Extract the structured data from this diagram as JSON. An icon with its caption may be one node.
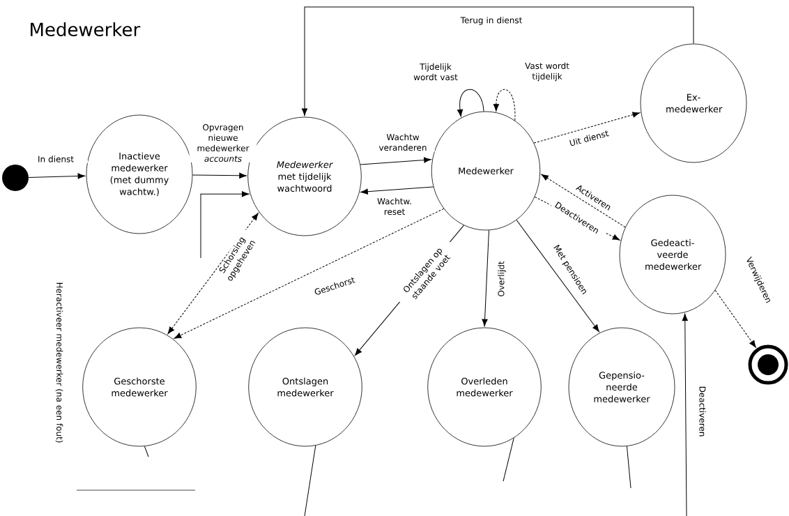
{
  "diagram": {
    "title": "Medewerker",
    "nodes": [
      {
        "text": [],
        "shape": "dot"
      },
      {
        "text": [
          "Inactieve medewerker (met dummy wachtw.)"
        ]
      },
      {
        "text": [
          "*Medewerker* met tijdelijk wachtwoord"
        ]
      },
      {
        "text": [
          "Medewerker"
        ]
      },
      {
        "text": [
          "Ex-medewerker"
        ]
      },
      {
        "text": [
          "Gedeacti-veerde medewerker"
        ]
      },
      {
        "text": [],
        "shape": "bullseye"
      },
      {
        "text": [
          "Geschorste medewerker"
        ]
      },
      {
        "text": [
          "Ontslagen medewerker"
        ]
      },
      {
        "text": [
          "Overleden medewerker"
        ]
      },
      {
        "text": [
          "Gepensio-neerde medewerker"
        ]
      }
    ],
    "edges": [
      {
        "from": 0,
        "to": 1,
        "arrow": "to",
        "label": "In dienst"
      },
      {
        "from": 1,
        "to": 2,
        "arrow": "to",
        "label": "Opvragen nieuwe medewerker *accounts*"
      },
      {
        "from": 2,
        "to": 3,
        "arrow": "to",
        "label": "Wachtw veranderen"
      },
      {
        "from": 3,
        "to": 2,
        "arrow": "to",
        "label": "Wachtw. reset"
      },
      {
        "from": 3,
        "to": 3,
        "arrow": "to",
        "label": "Tijdelijk wordt vast"
      },
      {
        "from": 3,
        "to": 3,
        "arrow": "to",
        "label": "Vast wordt tijdelijk",
        "style": "dashed"
      },
      {
        "from": 3,
        "to": 4,
        "arrow": "to",
        "label": "Uit dienst",
        "style": "dashed"
      },
      {
        "from": 5,
        "to": 3,
        "arrow": "to",
        "label": "Activeren",
        "style": "dashed"
      },
      {
        "from": 3,
        "to": 5,
        "arrow": "to",
        "label": "Deactiveren",
        "style": "dashed"
      },
      {
        "from": 4,
        "to": 2,
        "arrow": "to",
        "label": "Terug in dienst"
      },
      {
        "from": 5,
        "to": 6,
        "arrow": "to",
        "label": "Verwijderen",
        "style": "dashed"
      },
      {
        "from": 3,
        "to": 7,
        "arrow": "to",
        "label": "Geschorst",
        "style": "dashed"
      },
      {
        "from": 7,
        "to": 2,
        "arrow": "both",
        "label": "Schorsing opgeheven",
        "style": "dashed"
      },
      {
        "from": 3,
        "to": 8,
        "arrow": "to",
        "label": "Ontslagen op staande voet"
      },
      {
        "from": 3,
        "to": 9,
        "arrow": "to",
        "label": "Overlijdt"
      },
      {
        "from": 3,
        "to": 10,
        "arrow": "to",
        "label": "Met pensioen"
      },
      {
        "from": null,
        "to": 5,
        "arrow": "to",
        "label": "Deactiveren"
      },
      {
        "from": null,
        "to": 2,
        "arrow": "to"
      },
      {
        "from": 7,
        "to": null,
        "arrow": "none"
      },
      {
        "from": 8,
        "to": null,
        "arrow": "none"
      },
      {
        "from": 9,
        "to": null,
        "arrow": "none"
      },
      {
        "from": 10,
        "to": null,
        "arrow": "none"
      }
    ],
    "labels": [
      "Heractiveer medewerker (na een fout)"
    ]
  }
}
